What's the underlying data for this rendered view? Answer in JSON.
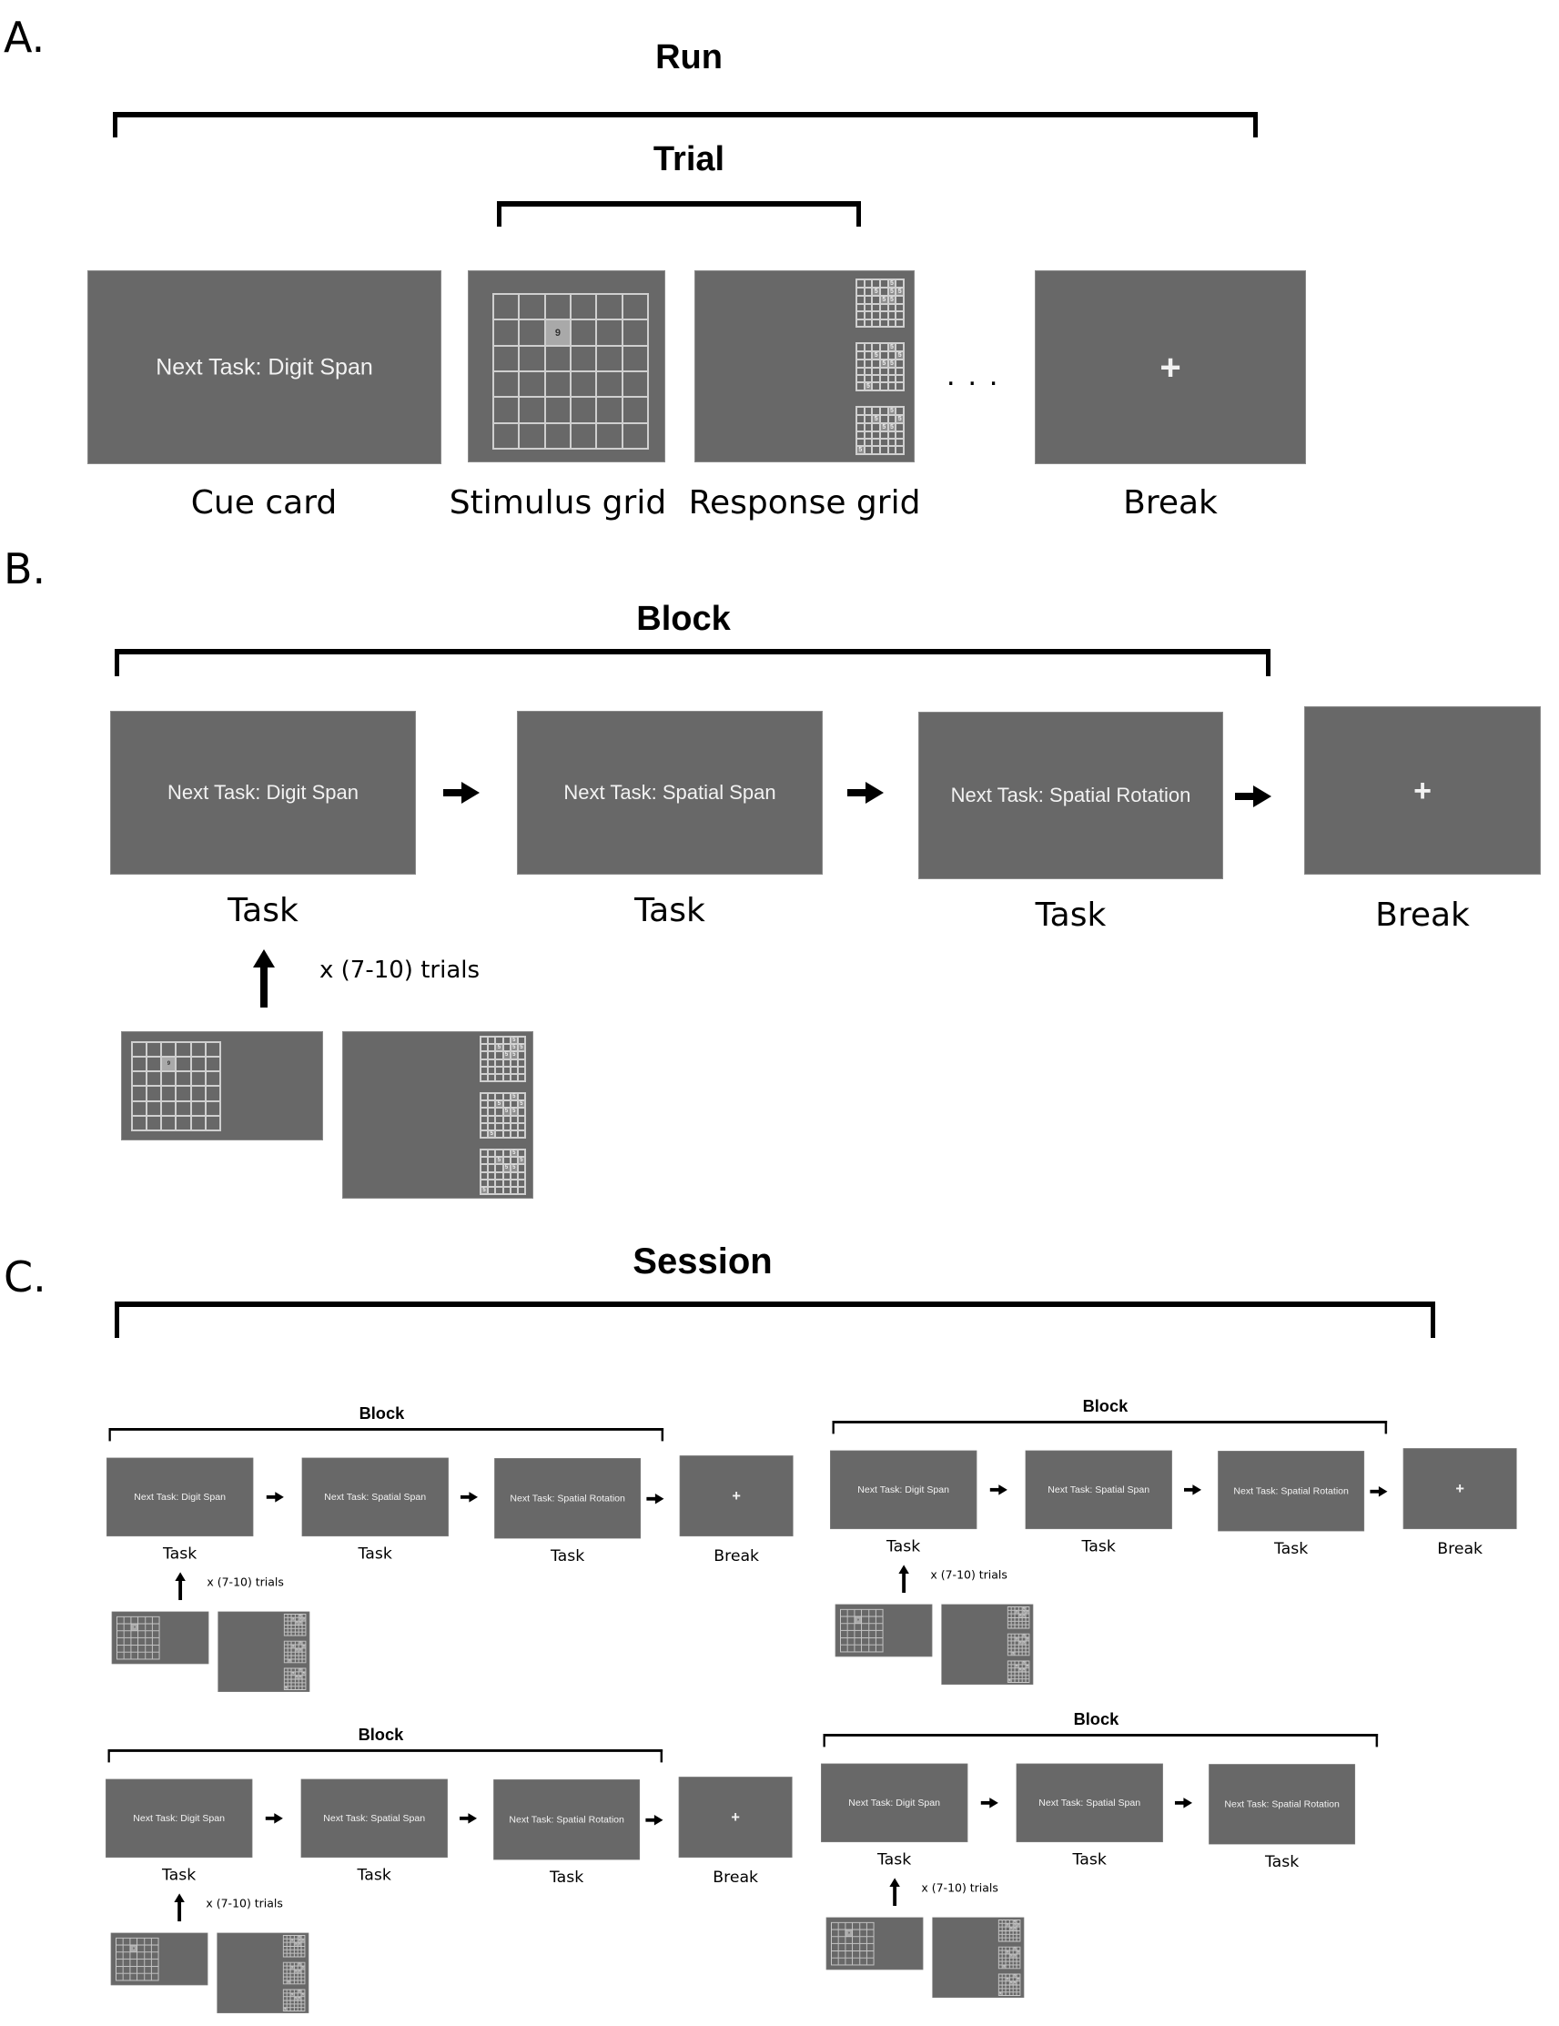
{
  "colors": {
    "card_bg": "#686868",
    "card_text": "#f2f2f2",
    "grid_line": "#cfcfcf",
    "highlight_cell": "#a9a9a9",
    "ink": "#000000"
  },
  "section_a": {
    "letter": "A.",
    "run_label": "Run",
    "trial_label": "Trial",
    "cue_card_text": "Next Task: Digit Span",
    "stimulus_grid": {
      "rows": 6,
      "cols": 6,
      "highlight": {
        "row": 1,
        "col": 2,
        "digit": "9"
      }
    },
    "response_grids": [
      {
        "rows": 6,
        "cols": 6,
        "digit": "5",
        "cells": [
          [
            0,
            4
          ],
          [
            1,
            2
          ],
          [
            1,
            4
          ],
          [
            1,
            5
          ],
          [
            2,
            3
          ],
          [
            2,
            4
          ]
        ]
      },
      {
        "rows": 6,
        "cols": 6,
        "digit": "5",
        "cells": [
          [
            0,
            4
          ],
          [
            1,
            2
          ],
          [
            1,
            5
          ],
          [
            2,
            3
          ],
          [
            2,
            4
          ],
          [
            5,
            1
          ]
        ]
      },
      {
        "rows": 6,
        "cols": 6,
        "digit": "5",
        "cells": [
          [
            0,
            4
          ],
          [
            1,
            2
          ],
          [
            1,
            5
          ],
          [
            2,
            3
          ],
          [
            2,
            4
          ],
          [
            5,
            0
          ]
        ]
      }
    ],
    "ellipsis": "...",
    "break_symbol": "+",
    "captions": [
      "Cue card",
      "Stimulus grid",
      "Response grid",
      "Break"
    ]
  },
  "section_b": {
    "letter": "B.",
    "block_label": "Block",
    "tasks": [
      "Next Task: Digit Span",
      "Next Task: Spatial Span",
      "Next Task: Spatial Rotation"
    ],
    "task_caption": "Task",
    "break_symbol": "+",
    "break_caption": "Break",
    "repeat_label": "x (7-10) trials"
  },
  "section_c": {
    "letter": "C.",
    "session_label": "Session",
    "blocks": [
      {
        "label": "Block",
        "has_break": true
      },
      {
        "label": "Block",
        "has_break": true
      },
      {
        "label": "Block",
        "has_break": true
      },
      {
        "label": "Block",
        "has_break": false
      }
    ]
  }
}
